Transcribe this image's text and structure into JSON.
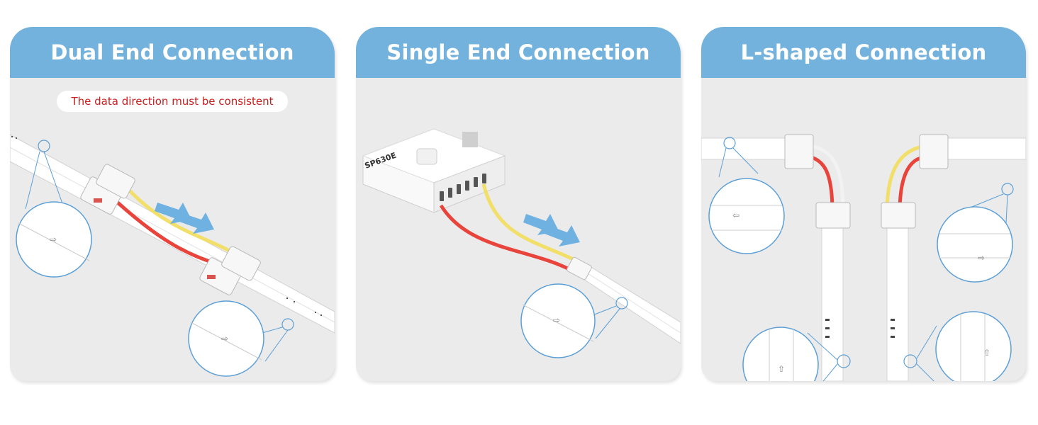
{
  "panels": [
    {
      "title": "Dual End Connection",
      "note": "The data direction must be consistent"
    },
    {
      "title": "Single End Connection",
      "device_label": "SP630E"
    },
    {
      "title": "L-shaped Connection"
    }
  ],
  "colors": {
    "header": "#74b2de",
    "panel_bg": "#ebebeb",
    "note_text": "#c8201f",
    "wire_red": "#e8443c",
    "wire_yellow": "#f2df6a",
    "arrow_blue": "#62abe0",
    "circle_stroke": "#5b9fd6"
  },
  "icons": [
    "blue-arrows-icon",
    "direction-arrow-icon"
  ]
}
